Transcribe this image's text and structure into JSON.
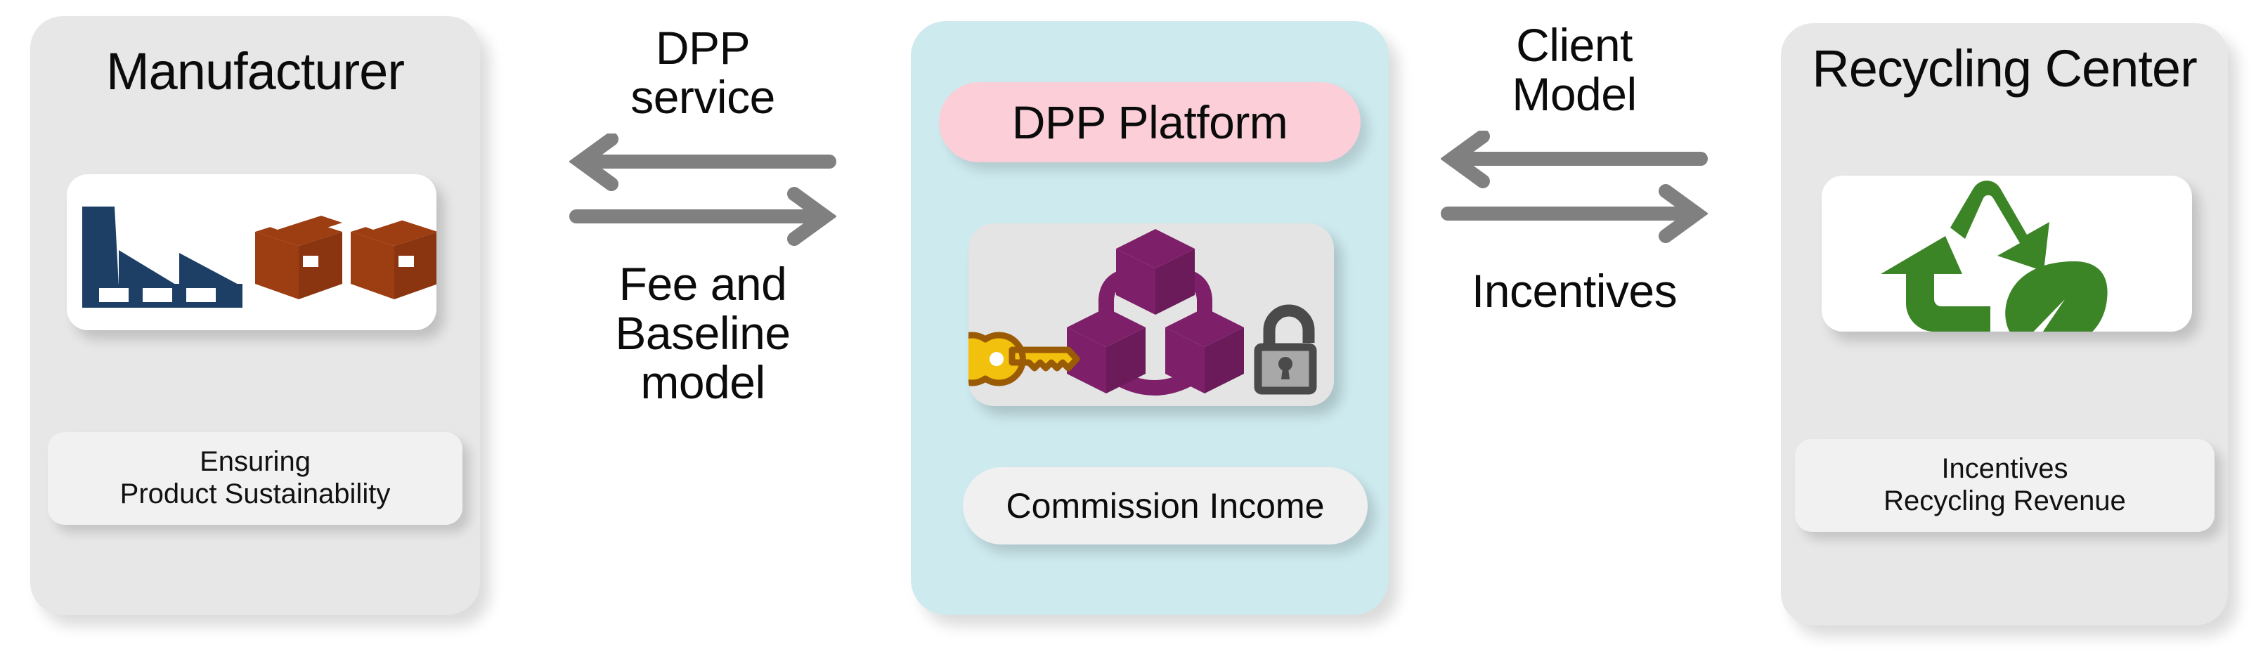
{
  "diagram": {
    "title": "DPP Platform business model exchange diagram",
    "colors": {
      "actor_card_bg": "#e7e7e7",
      "platform_card_bg": "#cdeaef",
      "platform_header_pill": "#fbced8",
      "icon_panel_white": "#ffffff",
      "icon_panel_grey": "#e4e4e4",
      "caption_card_bg": "#f1f1f1",
      "arrow_grey": "#808080",
      "factory_blue": "#1d3f66",
      "box_brown": "#9c3d12",
      "blockchain_purple": "#7d2069",
      "key_gold": "#f2c10e",
      "key_outline": "#9a5b06",
      "lock_dark": "#4a4a4a",
      "lock_body": "#a8a8a8",
      "recycle_green": "#3c8527"
    }
  },
  "actors": {
    "left": {
      "title": "Manufacturer",
      "icon_name": "factory-and-boxes-icon",
      "caption": "Ensuring\nProduct Sustainability"
    },
    "right": {
      "title": "Recycling Center",
      "icon_name": "recycle-leaf-icon",
      "caption": "Incentives\nRecycling Revenue"
    }
  },
  "platform": {
    "header": "DPP Platform",
    "icon_name": "blockchain-key-lock-icon",
    "caption": "Commission Income"
  },
  "flows": [
    {
      "id": "manufacturer-platform",
      "top_label": "DPP\nservice",
      "bottom_label": "Fee and\nBaseline\n     model",
      "arrows": [
        "arrow-left",
        "arrow-right"
      ]
    },
    {
      "id": "platform-recycler",
      "top_label": "Client\nModel",
      "bottom_label": "Incentives",
      "arrows": [
        "arrow-left",
        "arrow-right"
      ]
    }
  ]
}
